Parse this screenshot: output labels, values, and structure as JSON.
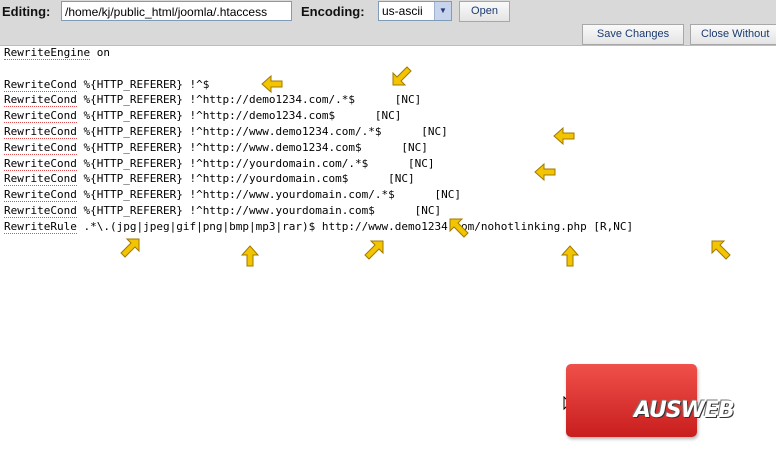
{
  "toolbar": {
    "editing_label": "Editing:",
    "file_path": "/home/kj/public_html/joomla/.htaccess",
    "encoding_label": "Encoding:",
    "encoding_value": "us-ascii",
    "open_label": "Open",
    "save_label": "Save Changes",
    "close_label": "Close Without"
  },
  "code_lines": [
    {
      "kw": "RewriteEngine",
      "rest": " on"
    },
    {
      "kw": "",
      "rest": ""
    },
    {
      "kw": "RewriteCond",
      "rest": " %{HTTP_REFERER} !^$"
    },
    {
      "kw": "RewriteCond",
      "rest": " %{HTTP_REFERER} !^http://demo1234.com/.*$      [NC]"
    },
    {
      "kw": "RewriteCond",
      "rest": " %{HTTP_REFERER} !^http://demo1234.com$      [NC]"
    },
    {
      "kw": "RewriteCond",
      "rest": " %{HTTP_REFERER} !^http://www.demo1234.com/.*$      [NC]"
    },
    {
      "kw": "RewriteCond",
      "rest": " %{HTTP_REFERER} !^http://www.demo1234.com$      [NC]"
    },
    {
      "kw": "RewriteCond",
      "rest": " %{HTTP_REFERER} !^http://yourdomain.com/.*$      [NC]"
    },
    {
      "kw": "RewriteCond",
      "rest": " %{HTTP_REFERER} !^http://yourdomain.com$      [NC]"
    },
    {
      "kw": "RewriteCond",
      "rest": " %{HTTP_REFERER} !^http://www.yourdomain.com/.*$      [NC]"
    },
    {
      "kw": "RewriteCond",
      "rest": " %{HTTP_REFERER} !^http://www.yourdomain.com$      [NC]"
    },
    {
      "kw": "RewriteRule",
      "rest": " .*\\.(jpg|jpeg|gif|png|bmp|mp3|rar)$ http://www.demo1234.com/nohotlinking.php [R,NC]"
    }
  ],
  "logo": {
    "text": "AUSWEB"
  },
  "colors": {
    "arrow": "#f2c500",
    "logo_red": "#e0302a",
    "toolbar_bg": "#d9d9d9"
  }
}
